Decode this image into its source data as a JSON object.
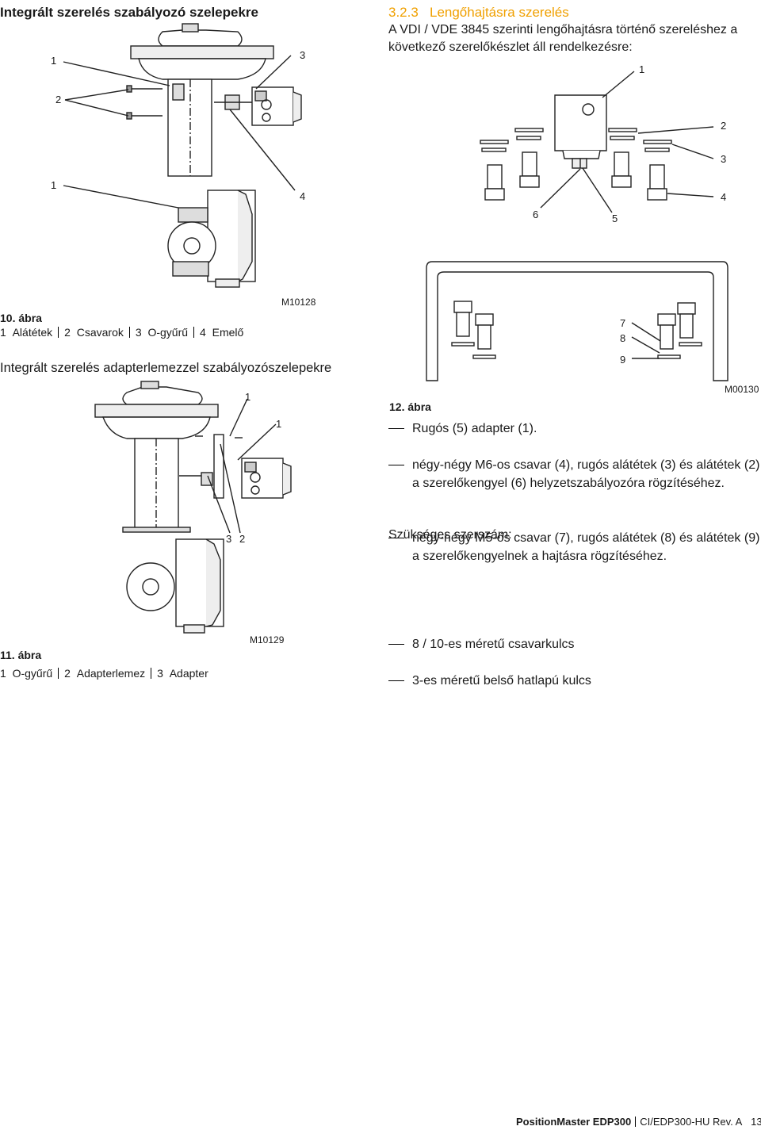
{
  "left": {
    "heading1": "Integrált szerelés szabályozó szelepekre",
    "fig10": {
      "callouts": {
        "c1a": "1",
        "c2": "2",
        "c3": "3",
        "c1b": "1",
        "c4": "4"
      },
      "id": "M10128",
      "title": "10. ábra",
      "legend": [
        {
          "num": "1",
          "text": "Alátétek"
        },
        {
          "num": "2",
          "text": "Csavarok"
        },
        {
          "num": "3",
          "text": "O-gyűrű"
        },
        {
          "num": "4",
          "text": "Emelő"
        }
      ]
    },
    "heading2": "Integrált szerelés adapterlemezzel szabályozószelepekre",
    "fig11": {
      "callouts": {
        "c1a": "1",
        "c1b": "1",
        "c3": "3",
        "c2": "2"
      },
      "id": "M10129",
      "title": "11. ábra",
      "legend": [
        {
          "num": "1",
          "text": "O-gyűrű"
        },
        {
          "num": "2",
          "text": "Adapterlemez"
        },
        {
          "num": "3",
          "text": "Adapter"
        }
      ]
    }
  },
  "right": {
    "section_num": "3.2.3",
    "section_title": "Lengőhajtásra szerelés",
    "intro_line1": "A VDI / VDE 3845 szerinti lengőhajtásra történő szereléshez a",
    "intro_line2": "következő szerelőkészlet áll rendelkezésre:",
    "fig12": {
      "callouts": {
        "c1": "1",
        "c2": "2",
        "c3": "3",
        "c4": "4",
        "c5": "5",
        "c6": "6",
        "c7": "7",
        "c8": "8",
        "c9": "9"
      },
      "id": "M00130",
      "title": "12. ábra"
    },
    "items": [
      "Rugós (5) adapter (1).",
      "négy-négy M6-os csavar (4), rugós alátétek (3) és alátétek (2) a szerelőkengyel (6) helyzetszabályozóra rögzítéséhez.",
      "négy-négy M5-ös csavar (7), rugós alátétek (8) és alátétek (9) a szerelőkengyelnek a hajtásra rögzítéséhez."
    ],
    "tools_title": "Szükséges szerszám:",
    "tools": [
      "8 / 10-es méretű csavarkulcs",
      "3-es méretű belső hatlapú kulcs"
    ]
  },
  "footer": {
    "product": "PositionMaster EDP300",
    "doc": "CI/EDP300-HU Rev. A",
    "page": "13"
  }
}
